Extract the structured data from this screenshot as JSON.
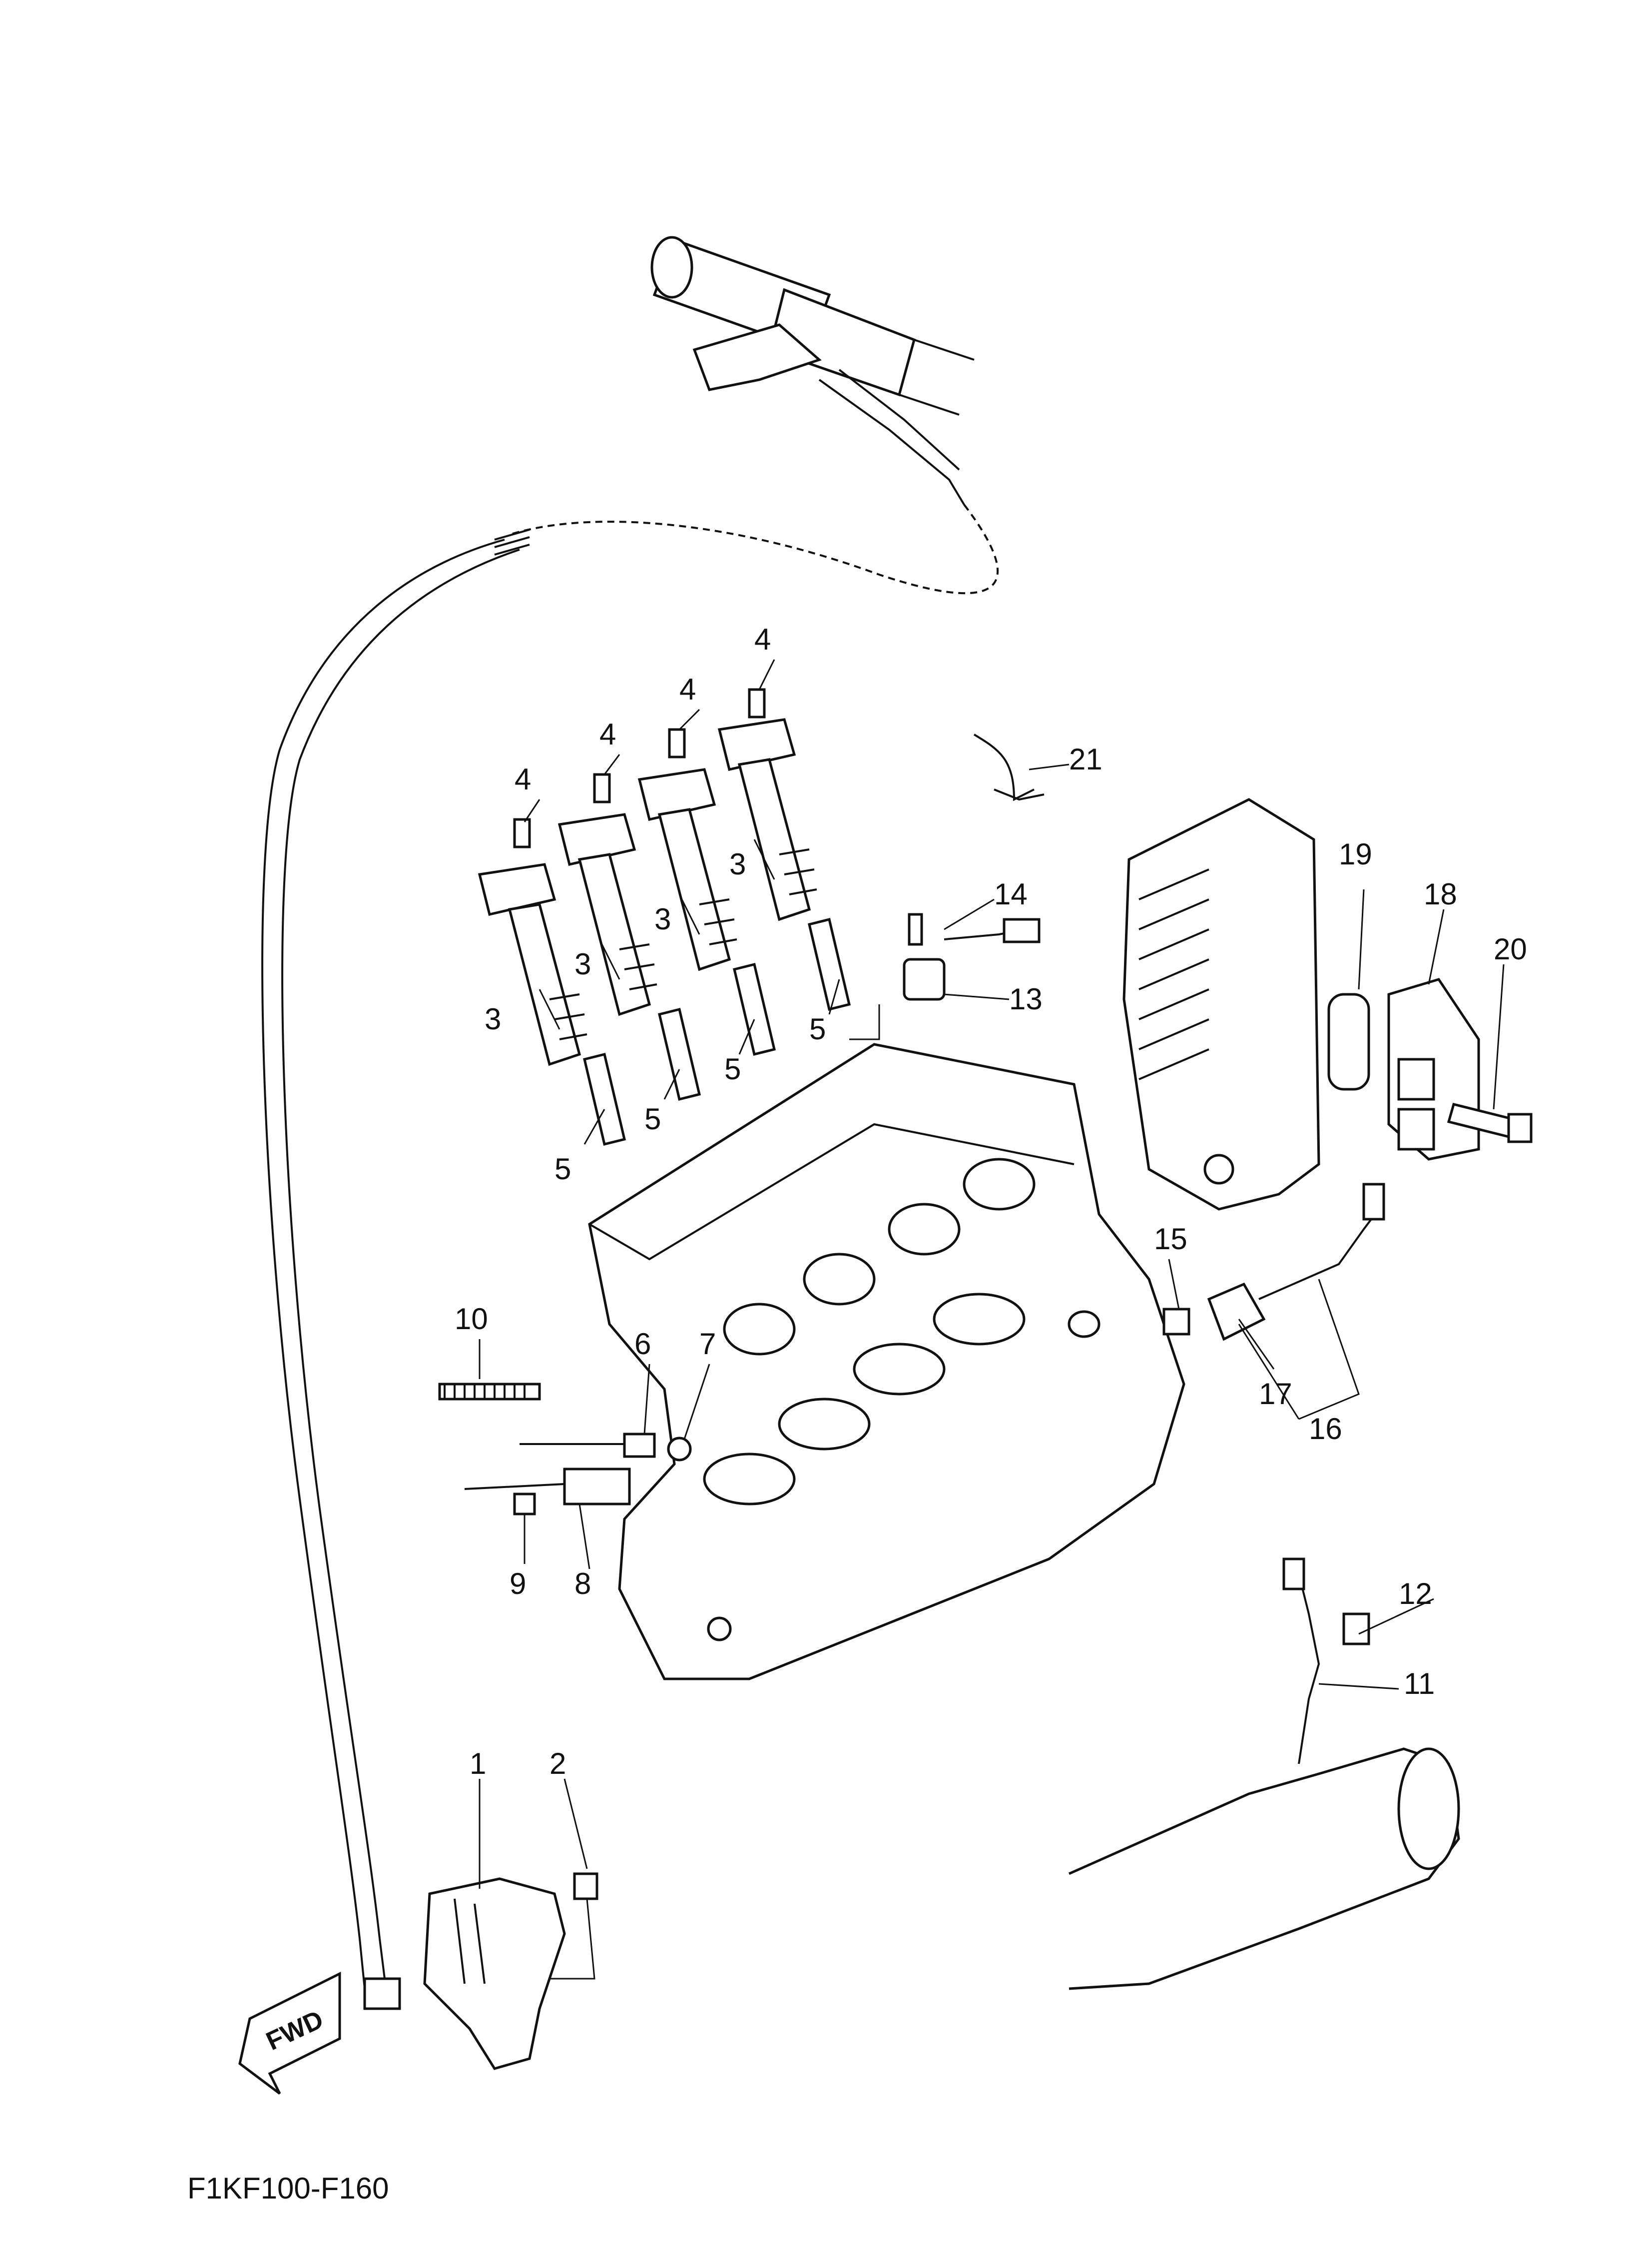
{
  "figure_code": "F1KF100-F160",
  "fwd_label": "FWD",
  "callouts": {
    "c1": "1",
    "c2": "2",
    "c3a": "3",
    "c3b": "3",
    "c3c": "3",
    "c3d": "3",
    "c4a": "4",
    "c4b": "4",
    "c4c": "4",
    "c4d": "4",
    "c5a": "5",
    "c5b": "5",
    "c5c": "5",
    "c5d": "5",
    "c6": "6",
    "c7": "7",
    "c8": "8",
    "c9": "9",
    "c10": "10",
    "c11": "11",
    "c12": "12",
    "c13": "13",
    "c14": "14",
    "c15": "15",
    "c16": "16",
    "c17": "17",
    "c18": "18",
    "c19": "19",
    "c20": "20",
    "c21": "21"
  }
}
